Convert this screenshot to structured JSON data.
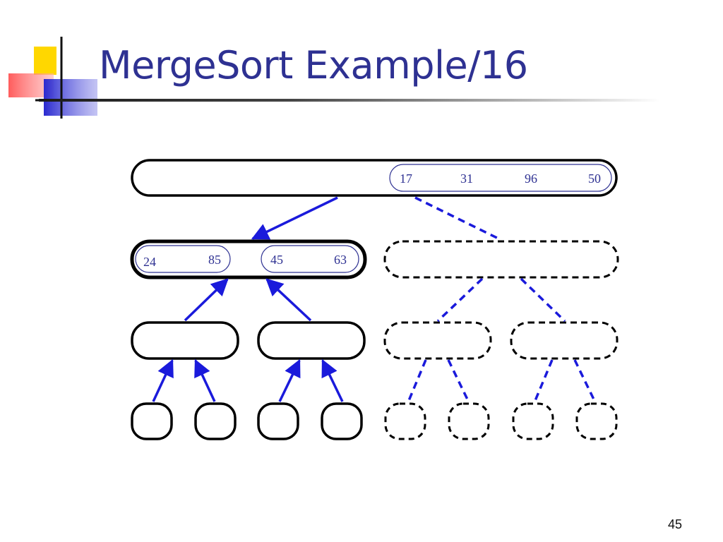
{
  "slide": {
    "title": "MergeSort Example/16",
    "page_number": "45"
  },
  "diagram": {
    "root_values": [
      "17",
      "31",
      "96",
      "50"
    ],
    "level1_left_groups": [
      [
        "24",
        "85"
      ],
      [
        "45",
        "63"
      ]
    ],
    "colors": {
      "title": "#2e3192",
      "arrow": "#1a1adb",
      "node_stroke": "#000000",
      "numbers": "#2e3192",
      "logo_yellow": "#ffd700",
      "logo_red": "#ff5a5a",
      "logo_blue": "#3a3ad6"
    },
    "styles": {
      "completed_path": "solid",
      "pending_path": "dashed"
    }
  }
}
